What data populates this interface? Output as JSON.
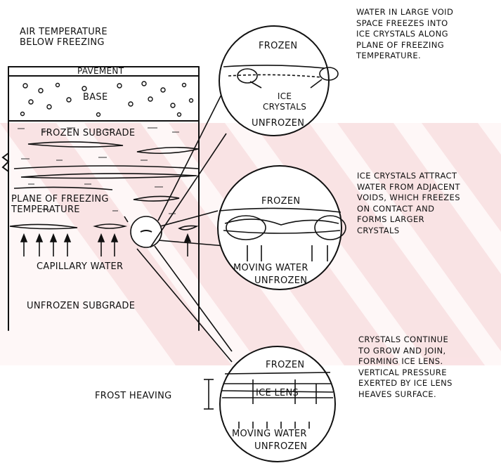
{
  "labels": {
    "air_temperature": "AIR TEMPERATURE\nBELOW FREEZING",
    "pavement": "PAVEMENT",
    "base": "BASE",
    "frozen_subgrade": "FROZEN SUBGRADE",
    "plane_of_freezing": "PLANE OF FREEZING\nTEMPERATURE",
    "capillary_water": "CAPILLARY WATER",
    "unfrozen_subgrade": "UNFROZEN SUBGRADE",
    "frost_heaving": "FROST HEAVING"
  },
  "circles": [
    {
      "frozen": "FROZEN",
      "middle": "ICE\nCRYSTALS",
      "bottom": "UNFROZEN"
    },
    {
      "frozen": "FROZEN",
      "middle": "MOVING WATER",
      "bottom": "UNFROZEN"
    },
    {
      "frozen": "FROZEN",
      "middle": "ICE LENS",
      "sub": "MOVING WATER",
      "bottom": "UNFROZEN"
    }
  ],
  "notes": [
    "WATER IN LARGE VOID\nSPACE FREEZES INTO\nICE CRYSTALS ALONG\nPLANE OF FREEZING\nTEMPERATURE.",
    "ICE CRYSTALS ATTRACT\nWATER FROM ADJACENT\nVOIDS, WHICH FREEZES\nON CONTACT AND\nFORMS LARGER\nCRYSTALS",
    "CRYSTALS CONTINUE\nTO GROW AND JOIN,\nFORMING ICE LENS.\nVERTICAL PRESSURE\nEXERTED BY ICE LENS\nHEAVES SURFACE."
  ],
  "colors": {
    "ink": "#111111",
    "watermark": "#f6d4d8"
  }
}
